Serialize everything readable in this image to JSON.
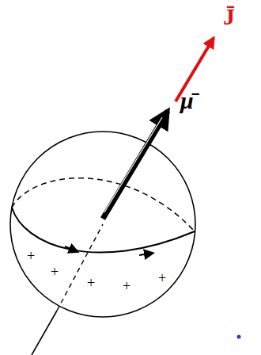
{
  "diagram": {
    "labels": [
      "J̄",
      "μ̄",
      "+",
      "+",
      "+",
      "+",
      "+"
    ]
  }
}
